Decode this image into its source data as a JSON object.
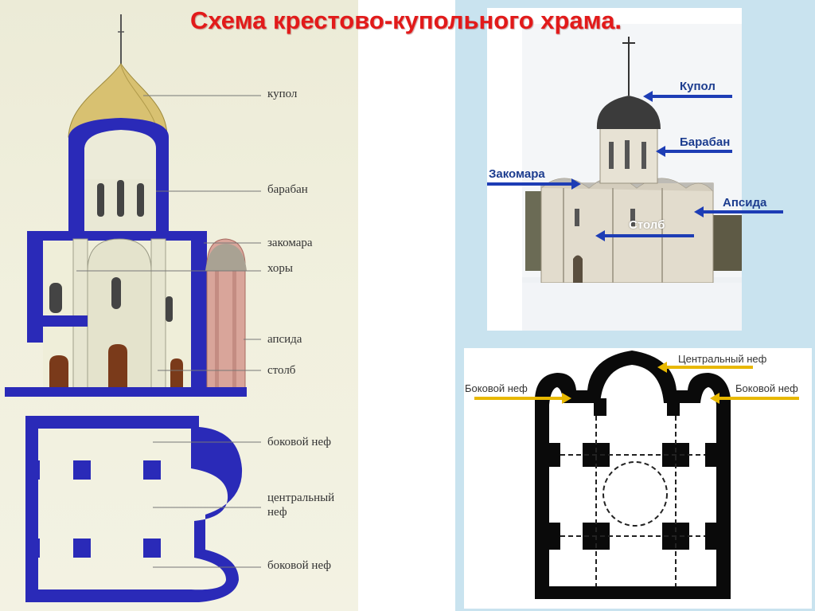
{
  "title": "Схема крестово-купольного храма.",
  "left_labels": {
    "kupol": "купол",
    "baraban": "барабан",
    "zakomara": "закомара",
    "khory": "хоры",
    "apsida": "апсида",
    "stolb": "столб",
    "bokovoy_nef_top": "боковой неф",
    "centralny_nef": "центральный неф",
    "bokovoy_nef_bottom": "боковой неф"
  },
  "photo_labels": {
    "kupol": "Купол",
    "baraban": "Барабан",
    "zakomara": "Закомара",
    "apsida": "Апсида",
    "stolb": "Столб"
  },
  "plan_labels": {
    "centralny_nef": "Центральный неф",
    "bokovoy_nef_left": "Боковой неф",
    "bokovoy_nef_right": "Боковой неф"
  },
  "colors": {
    "title": "#e21a1a",
    "section_blue": "#2626b8",
    "arrow_blue": "#1d3db5",
    "arrow_yellow": "#e8b800",
    "plan_black": "#0a0a0a",
    "dome_gold": "#c9b25a"
  }
}
